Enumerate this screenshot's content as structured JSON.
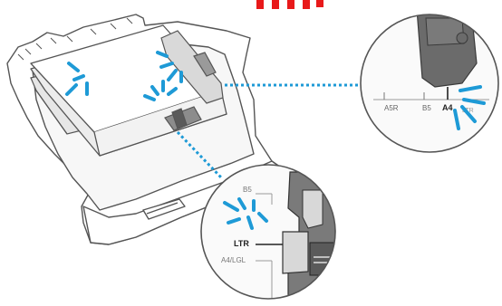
{
  "figure": {
    "top_mark_color": "#e8191a",
    "accent_color": "#1e9ad6",
    "dotted_line_color": "#1e9ad6",
    "outline_color": "#555555",
    "guide_color": "#6b6b6b"
  },
  "callout_right": {
    "scale_labels": [
      "A5R",
      "B5",
      "A4"
    ],
    "tab_text": "LTR"
  },
  "callout_bottom": {
    "scale_labels": [
      "B5",
      "LTR",
      "A4/LGL"
    ]
  },
  "icons": [
    "paper-tray",
    "paper-stack",
    "side-guide",
    "front-guide",
    "magnifier-callout",
    "alignment-burst"
  ]
}
